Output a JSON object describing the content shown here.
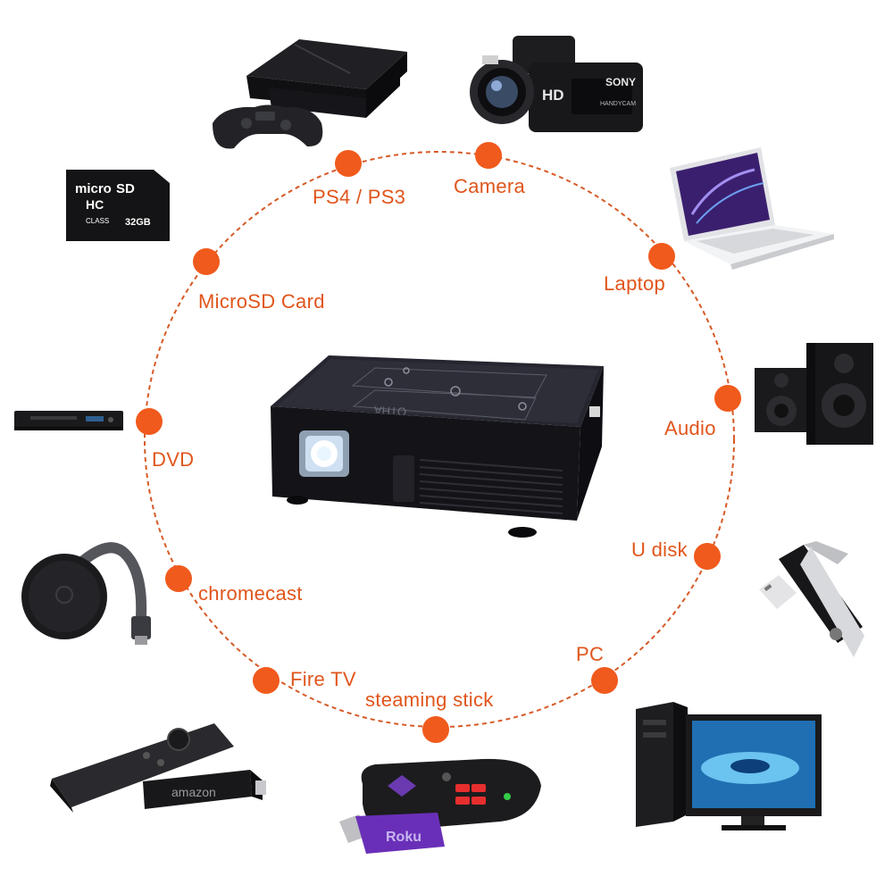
{
  "center_device": {
    "name": "mini projector",
    "brand": "OTHA"
  },
  "connections": [
    {
      "id": "ps4",
      "label": "PS4 / PS3",
      "icon": "game-console-icon"
    },
    {
      "id": "camera",
      "label": "Camera",
      "icon": "camcorder-icon"
    },
    {
      "id": "laptop",
      "label": "Laptop",
      "icon": "laptop-icon"
    },
    {
      "id": "audio",
      "label": "Audio",
      "icon": "speakers-icon"
    },
    {
      "id": "udisk",
      "label": "U disk",
      "icon": "usb-drive-icon"
    },
    {
      "id": "pc",
      "label": "PC",
      "icon": "desktop-pc-icon"
    },
    {
      "id": "stick",
      "label": "steaming stick",
      "icon": "roku-stick-icon"
    },
    {
      "id": "firetv",
      "label": "Fire TV",
      "icon": "fire-tv-stick-icon"
    },
    {
      "id": "chromecast",
      "label": "chromecast",
      "icon": "chromecast-icon"
    },
    {
      "id": "dvd",
      "label": "DVD",
      "icon": "dvd-player-icon"
    },
    {
      "id": "microsd",
      "label": "MicroSD Card",
      "icon": "microsd-card-icon"
    }
  ],
  "device_text": {
    "microsd_brand": "micro",
    "microsd_type": "SD",
    "microsd_hc": "HC",
    "microsd_class": "CLASS",
    "microsd_size": "32GB",
    "camera_brand": "SONY",
    "camera_hd": "HD",
    "camera_model": "HANDYCAM",
    "firetv_brand": "amazon",
    "roku_brand": "Roku"
  },
  "colors": {
    "accent": "#f05a1c",
    "label": "#e0551b",
    "circle": "#e0551b",
    "device_dark": "#1b1b1e"
  }
}
